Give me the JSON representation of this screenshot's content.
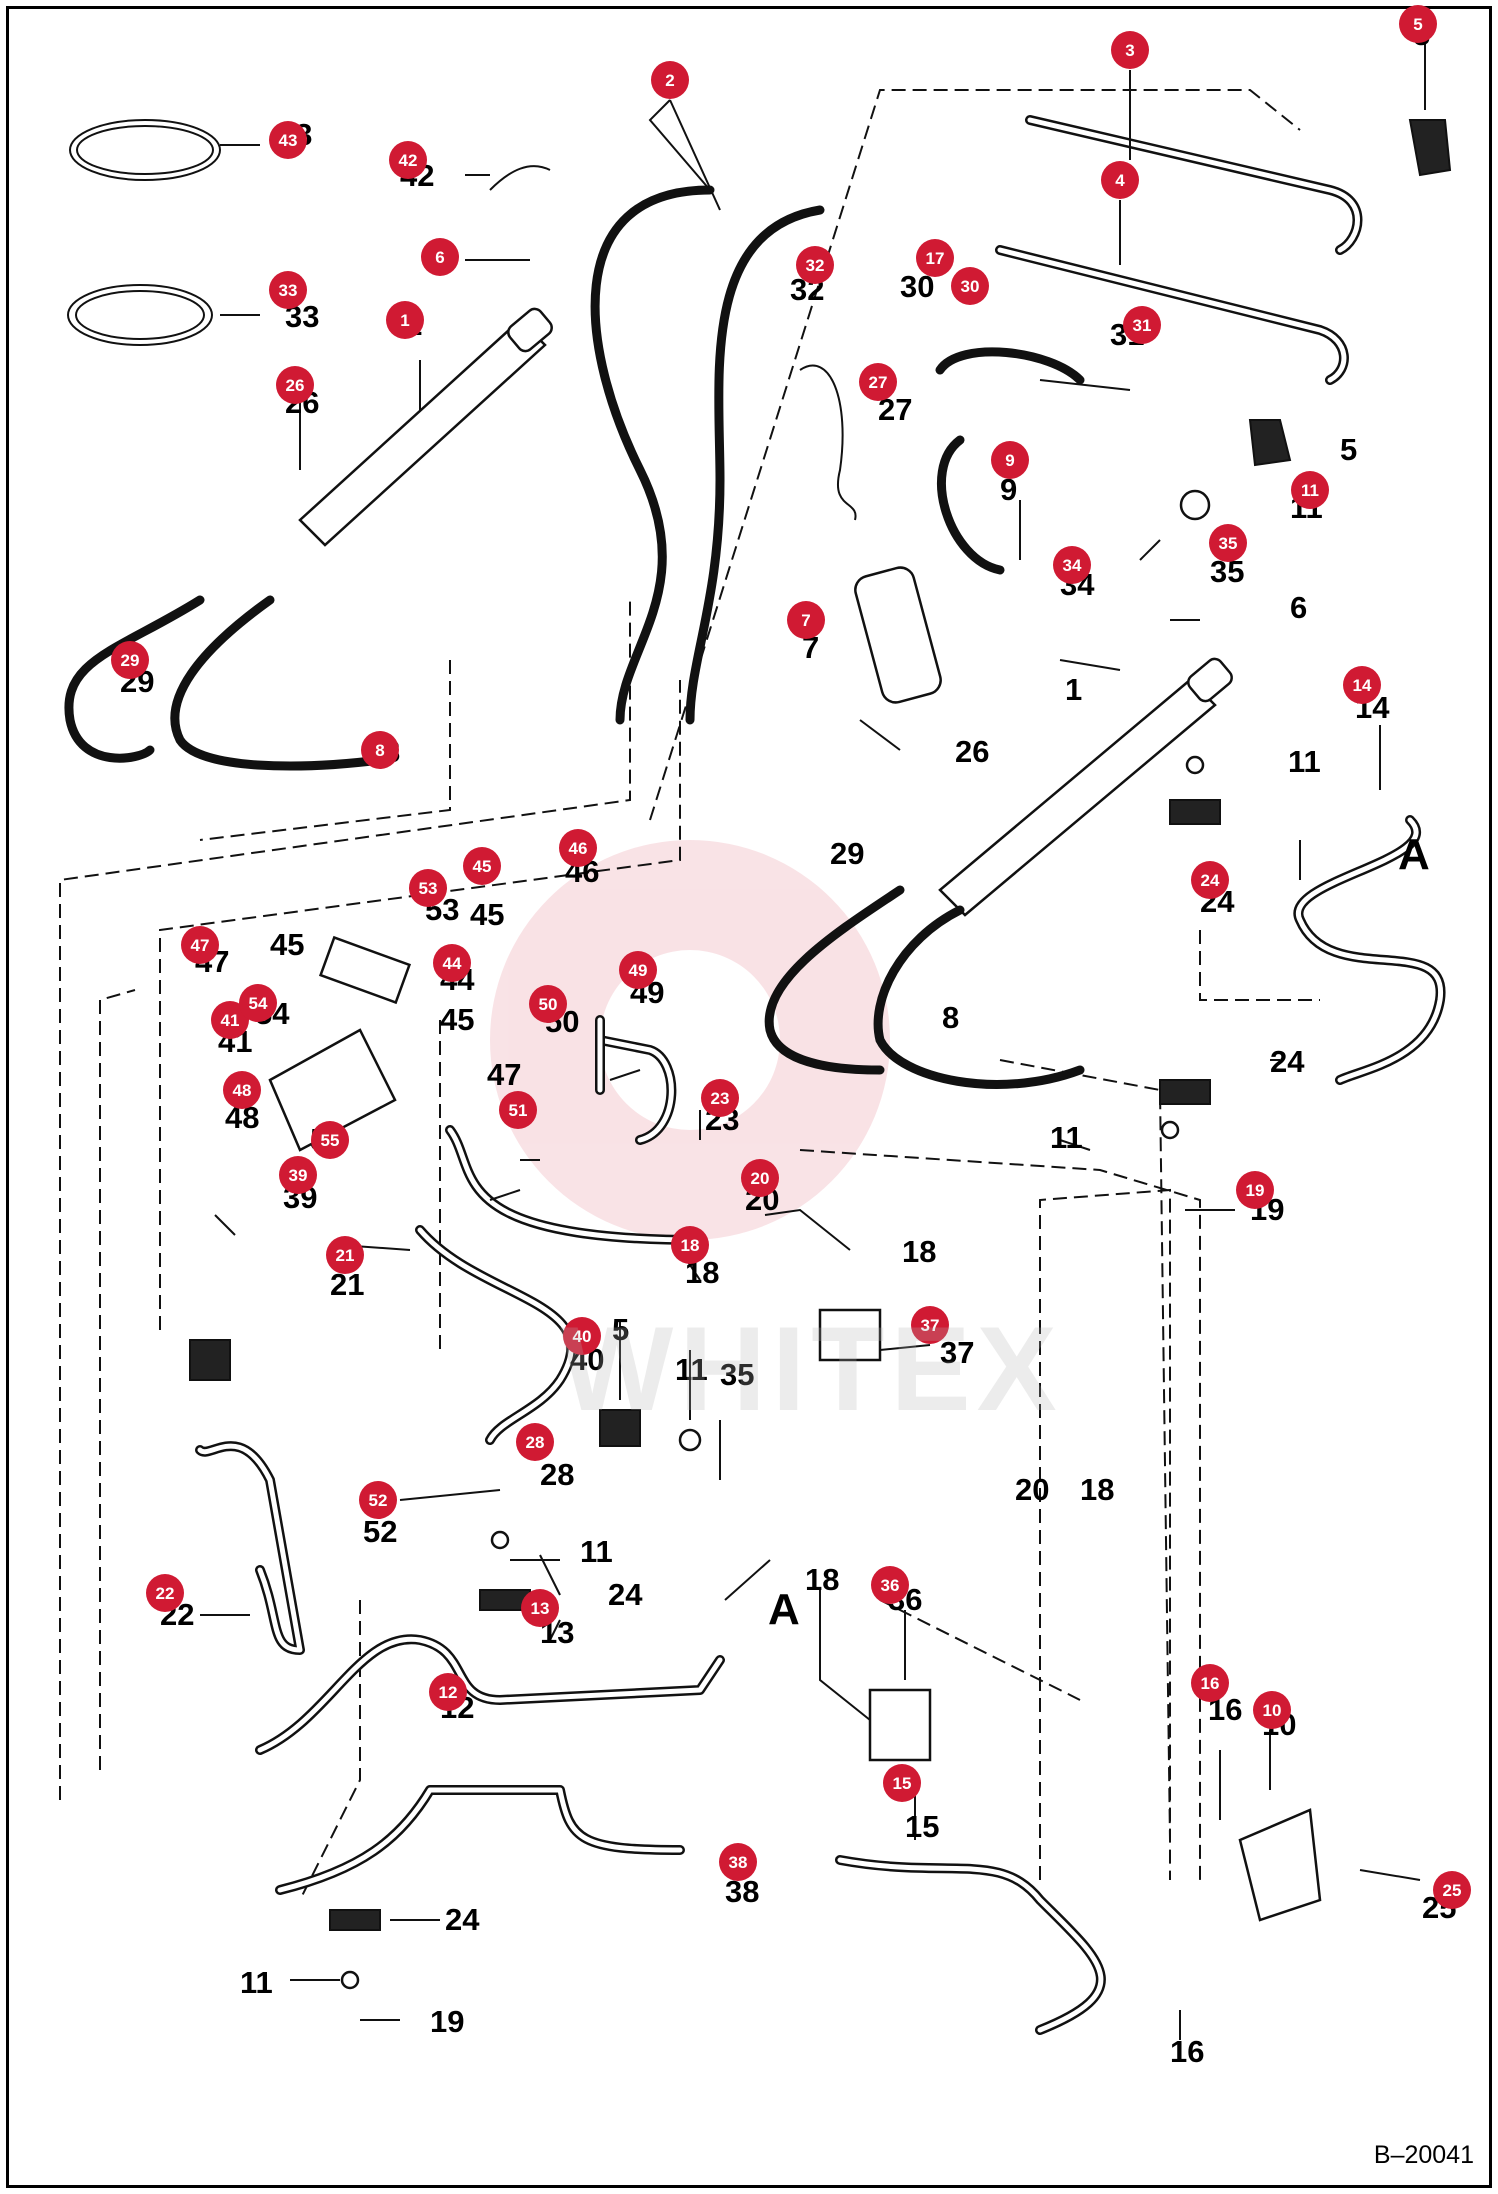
{
  "diagram_code": "B–20041",
  "watermark_text": "WHITEX",
  "reference_letter": "A",
  "callout_color": "#d01a33",
  "callouts": [
    {
      "n": "1",
      "label": "1"
    },
    {
      "n": "2",
      "label": "2"
    },
    {
      "n": "3",
      "label": "3"
    },
    {
      "n": "4",
      "label": "4"
    },
    {
      "n": "5",
      "label": "5"
    },
    {
      "n": "6",
      "label": "6"
    },
    {
      "n": "7",
      "label": "7"
    },
    {
      "n": "8",
      "label": "8"
    },
    {
      "n": "9",
      "label": "9"
    },
    {
      "n": "10",
      "label": "10"
    },
    {
      "n": "11",
      "label": "11"
    },
    {
      "n": "12",
      "label": "12"
    },
    {
      "n": "13",
      "label": "13"
    },
    {
      "n": "14",
      "label": "14"
    },
    {
      "n": "15",
      "label": "15"
    },
    {
      "n": "16",
      "label": "16"
    },
    {
      "n": "17",
      "label": "17"
    },
    {
      "n": "18",
      "label": "18"
    },
    {
      "n": "19",
      "label": "19"
    },
    {
      "n": "20",
      "label": "20"
    },
    {
      "n": "21",
      "label": "21"
    },
    {
      "n": "22",
      "label": "22"
    },
    {
      "n": "23",
      "label": "23"
    },
    {
      "n": "24",
      "label": "24"
    },
    {
      "n": "25",
      "label": "25"
    },
    {
      "n": "26",
      "label": "26"
    },
    {
      "n": "27",
      "label": "27"
    },
    {
      "n": "28",
      "label": "28"
    },
    {
      "n": "29",
      "label": "29"
    },
    {
      "n": "30",
      "label": "30"
    },
    {
      "n": "31",
      "label": "31"
    },
    {
      "n": "32",
      "label": "32"
    },
    {
      "n": "33",
      "label": "33"
    },
    {
      "n": "34",
      "label": "34"
    },
    {
      "n": "35",
      "label": "35"
    },
    {
      "n": "36",
      "label": "36"
    },
    {
      "n": "37",
      "label": "37"
    },
    {
      "n": "38",
      "label": "38"
    },
    {
      "n": "39",
      "label": "39"
    },
    {
      "n": "40",
      "label": "40"
    },
    {
      "n": "41",
      "label": "41"
    },
    {
      "n": "42",
      "label": "42"
    },
    {
      "n": "43",
      "label": "43"
    },
    {
      "n": "44",
      "label": "44"
    },
    {
      "n": "45",
      "label": "45"
    },
    {
      "n": "46",
      "label": "46"
    },
    {
      "n": "47",
      "label": "47"
    },
    {
      "n": "48",
      "label": "48"
    },
    {
      "n": "49",
      "label": "49"
    },
    {
      "n": "50",
      "label": "50"
    },
    {
      "n": "51",
      "label": "51"
    },
    {
      "n": "52",
      "label": "52"
    },
    {
      "n": "53",
      "label": "53"
    },
    {
      "n": "54",
      "label": "54"
    },
    {
      "n": "55",
      "label": "55"
    }
  ]
}
